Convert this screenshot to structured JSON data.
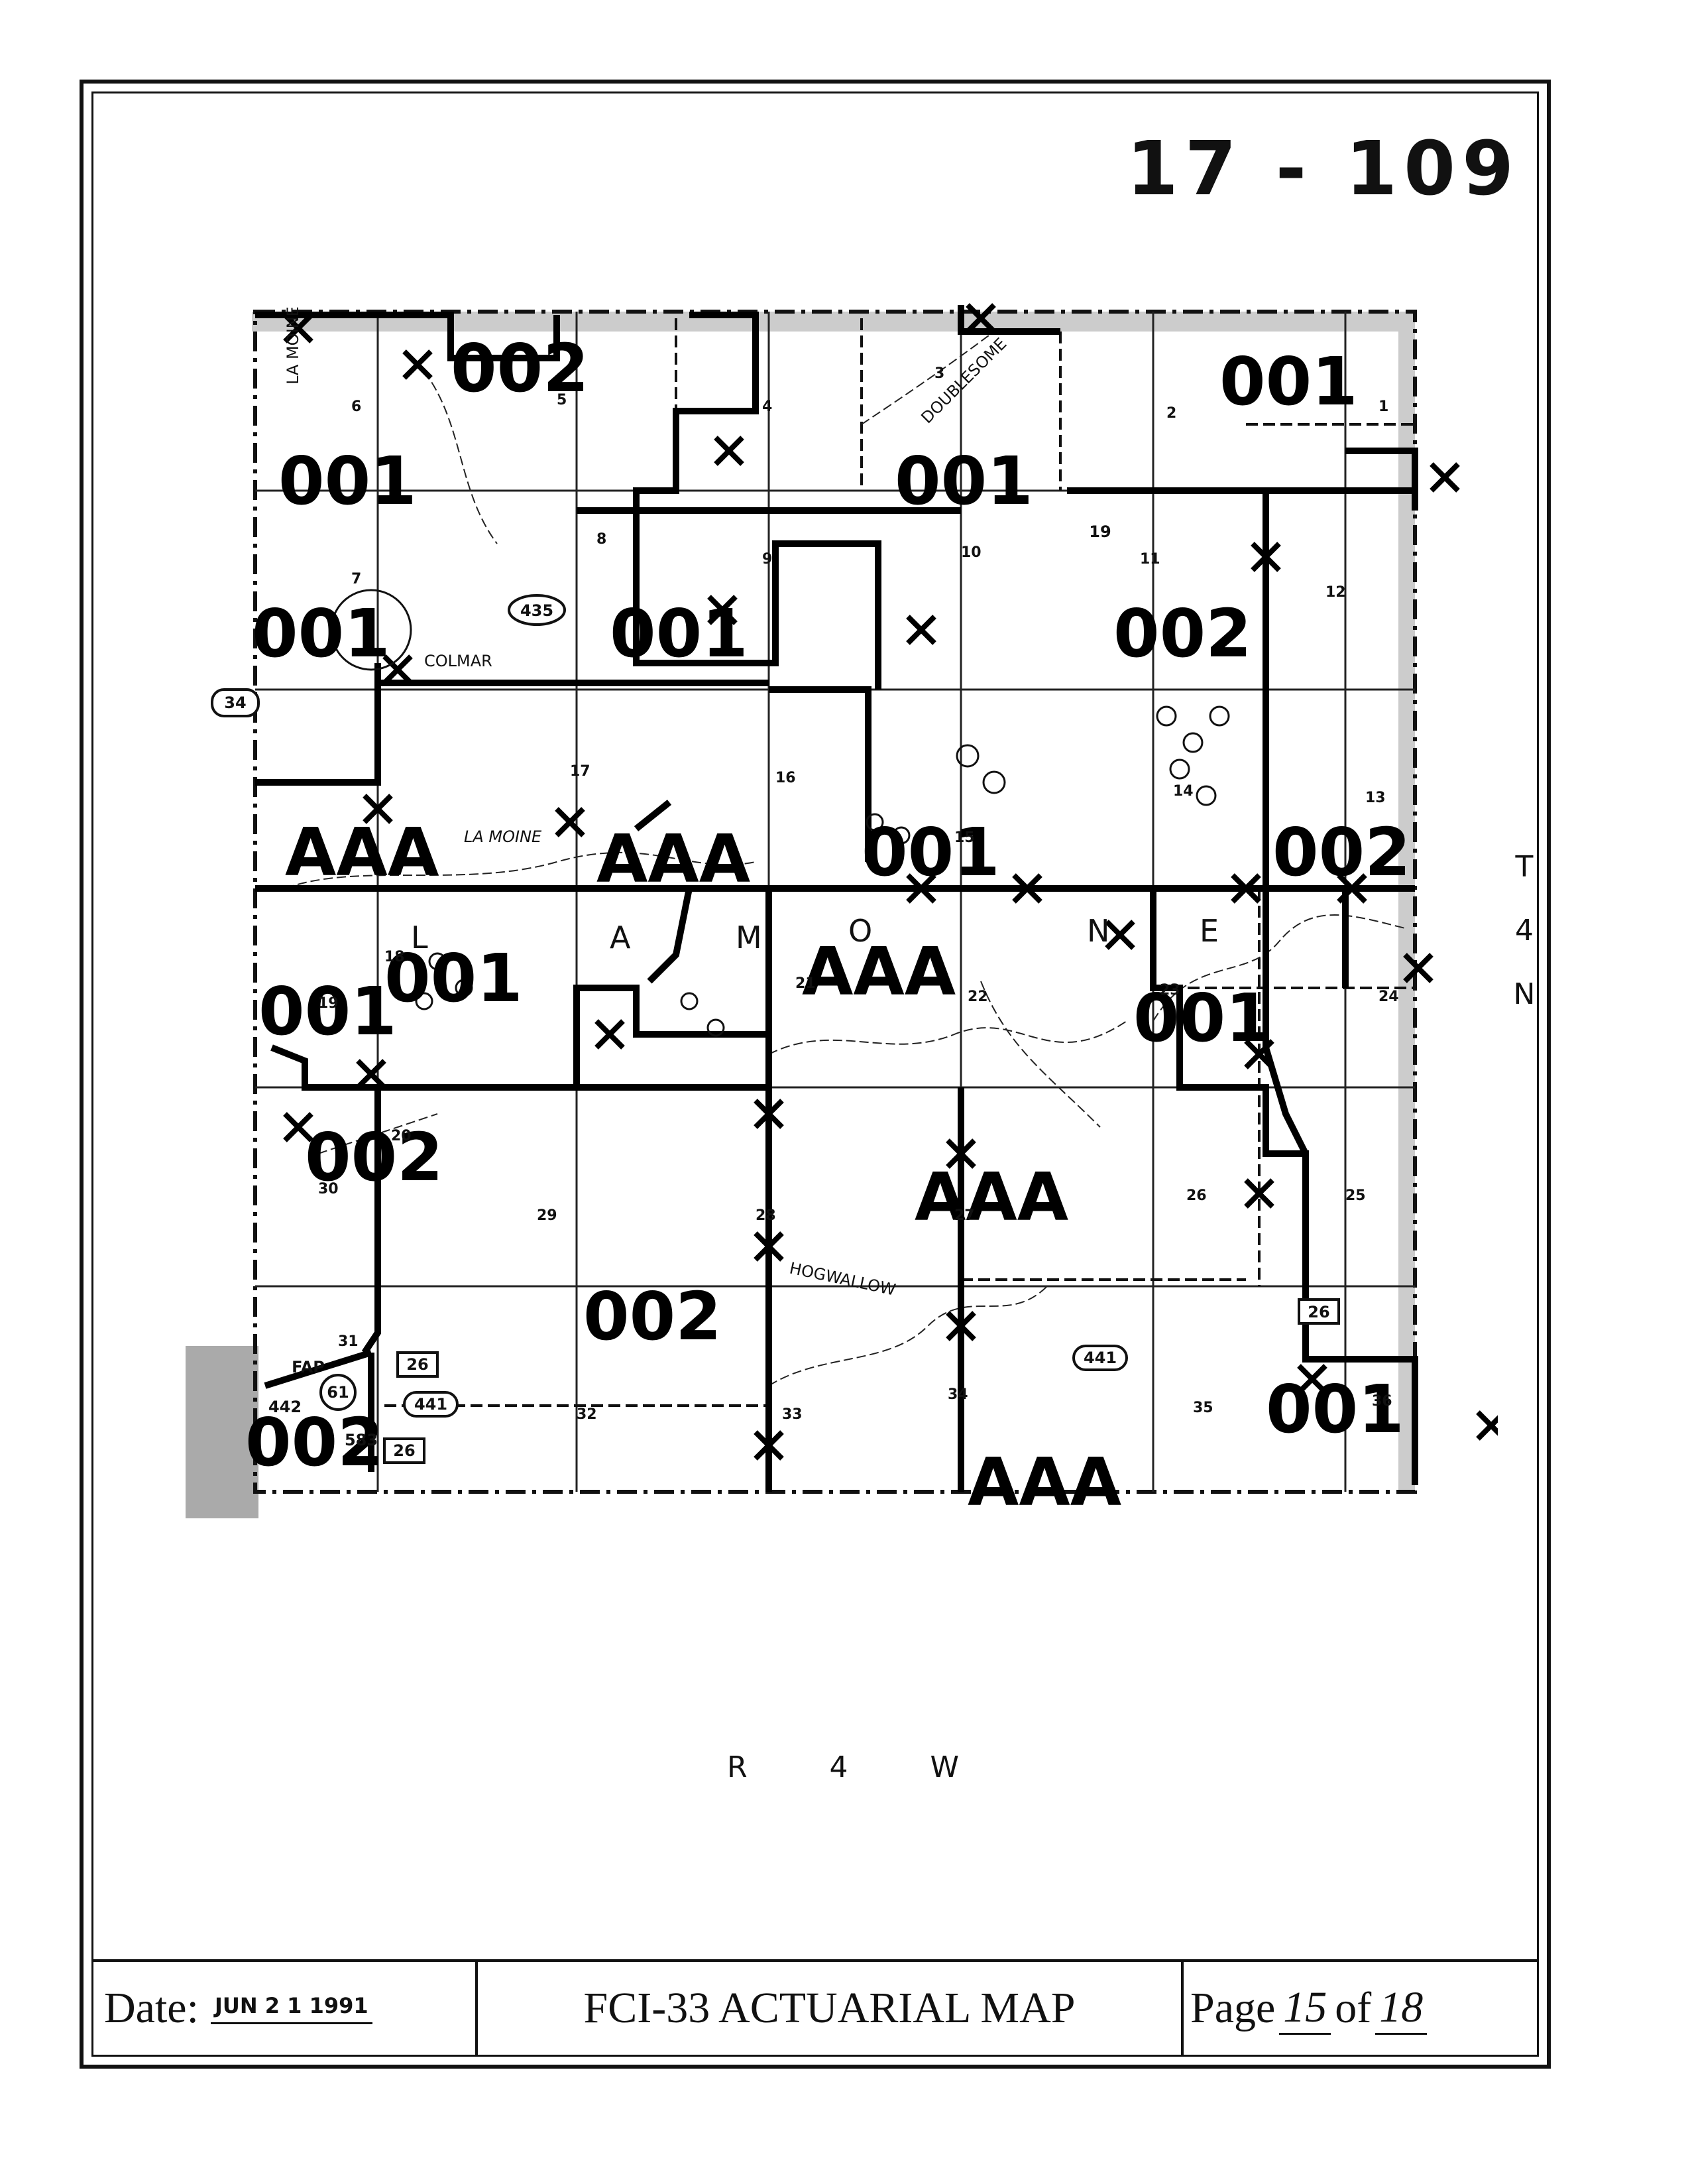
{
  "header": {
    "map_number": "17 - 109"
  },
  "map": {
    "zone_labels": [
      {
        "id": "z1",
        "text": "002"
      },
      {
        "id": "z2",
        "text": "001"
      },
      {
        "id": "z3",
        "text": "001"
      },
      {
        "id": "z4",
        "text": "001"
      },
      {
        "id": "z5",
        "text": "001"
      },
      {
        "id": "z6",
        "text": "001"
      },
      {
        "id": "z7",
        "text": "002"
      },
      {
        "id": "z8",
        "text": "AAA"
      },
      {
        "id": "z9",
        "text": "AAA"
      },
      {
        "id": "z10",
        "text": "001"
      },
      {
        "id": "z11",
        "text": "002"
      },
      {
        "id": "z12",
        "text": "001"
      },
      {
        "id": "z13",
        "text": "AAA"
      },
      {
        "id": "z14",
        "text": "001"
      },
      {
        "id": "z15",
        "text": "001"
      },
      {
        "id": "z16",
        "text": "002"
      },
      {
        "id": "z17",
        "text": "AAA"
      },
      {
        "id": "z18",
        "text": "002"
      },
      {
        "id": "z19",
        "text": "001"
      },
      {
        "id": "z20",
        "text": "002"
      },
      {
        "id": "z21",
        "text": "AAA"
      }
    ],
    "place_labels": [
      {
        "id": "p1",
        "text": "COLMAR"
      },
      {
        "id": "p2",
        "text": "LA MOINE"
      },
      {
        "id": "p3",
        "text": "LA MOINE"
      },
      {
        "id": "p4",
        "text": "HOGWALLOW"
      },
      {
        "id": "p5",
        "text": "DOUBLESOME"
      }
    ],
    "township_name": [
      "L",
      "A",
      "M",
      "O",
      "N",
      "E"
    ],
    "routes": [
      "435",
      "34",
      "26",
      "441",
      "441",
      "26",
      "61",
      "26",
      "583",
      "19",
      "442"
    ],
    "fap_label": "FAP",
    "sections": [
      "1",
      "2",
      "3",
      "4",
      "5",
      "6",
      "7",
      "8",
      "9",
      "10",
      "11",
      "12",
      "13",
      "14",
      "15",
      "16",
      "17",
      "18",
      "19",
      "20",
      "21",
      "22",
      "23",
      "24",
      "25",
      "26",
      "27",
      "28",
      "29",
      "30",
      "31",
      "32",
      "33",
      "34",
      "35",
      "36"
    ]
  },
  "range_label": [
    "R",
    "4",
    "W"
  ],
  "township_label": [
    "T",
    "4",
    "N"
  ],
  "footer": {
    "date_label": "Date:",
    "date_value": "JUN 2 1 1991",
    "title": "FCI-33 ACTUARIAL MAP",
    "page_word": "Page",
    "page_num": "15",
    "of_word": "of",
    "page_total": "18"
  }
}
